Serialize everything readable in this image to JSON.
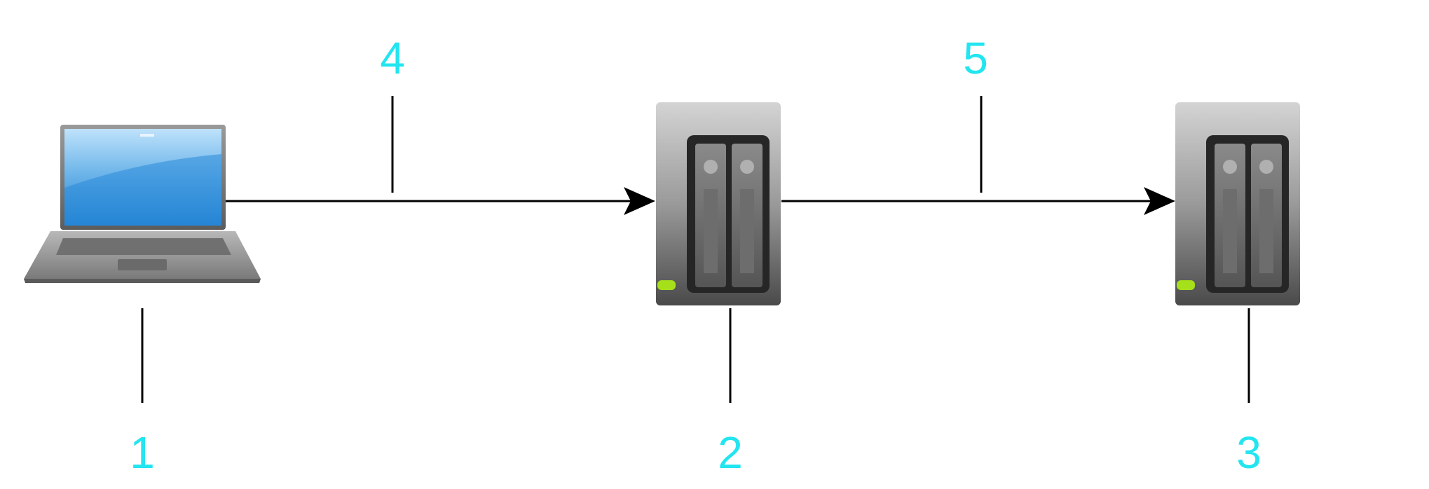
{
  "diagram": {
    "background": "#ffffff",
    "callout_color": "#22e5f0",
    "line_color": "#000000",
    "nodes": [
      {
        "id": "laptop",
        "icon": "laptop-icon",
        "callout": "1"
      },
      {
        "id": "server-a",
        "icon": "server-icon",
        "callout": "2"
      },
      {
        "id": "server-b",
        "icon": "server-icon",
        "callout": "3"
      }
    ],
    "connections": [
      {
        "from": "laptop",
        "to": "server-a",
        "callout": "4"
      },
      {
        "from": "server-a",
        "to": "server-b",
        "callout": "5"
      }
    ],
    "led_color": "#a6e01a"
  }
}
